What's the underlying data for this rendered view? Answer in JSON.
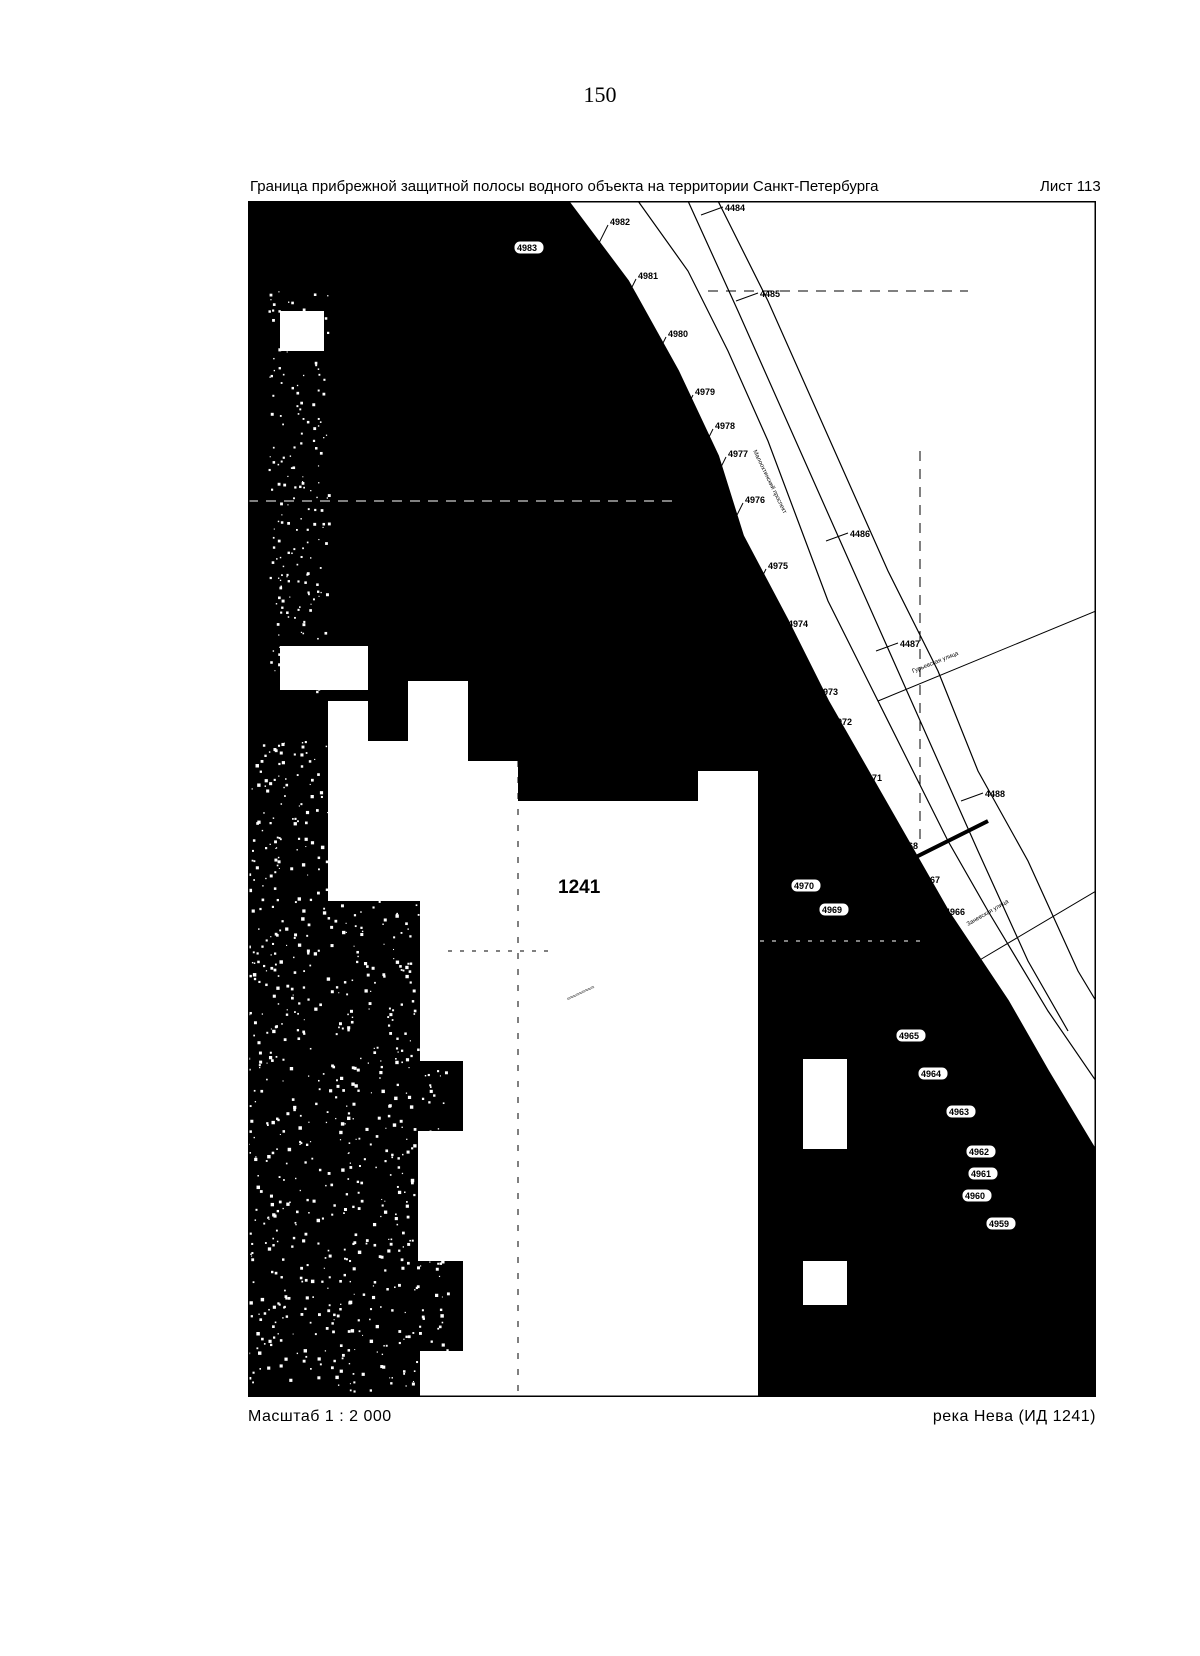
{
  "page": {
    "number": "150"
  },
  "header": {
    "title": "Граница прибрежной защитной полосы водного объекта на территории Санкт-Петербурга",
    "sheet": "Лист 113"
  },
  "footer": {
    "scale": "Масштаб 1 : 2 000",
    "water_object": "река Нева (ИД 1241)"
  },
  "map": {
    "object_id": "1241",
    "colors": {
      "ink": "#000000",
      "paper": "#ffffff"
    },
    "points_right": [
      "4982",
      "4981",
      "4980",
      "4979",
      "4978",
      "4977",
      "4976",
      "4975",
      "4974",
      "4973",
      "4972",
      "4971",
      "4968",
      "4967",
      "4966"
    ],
    "points_far": [
      "4484",
      "4485",
      "4486",
      "4487",
      "4488"
    ],
    "points_boxed": [
      "4983",
      "4970",
      "4969",
      "4965",
      "4964",
      "4963",
      "4962",
      "4961",
      "4960",
      "4959"
    ]
  }
}
